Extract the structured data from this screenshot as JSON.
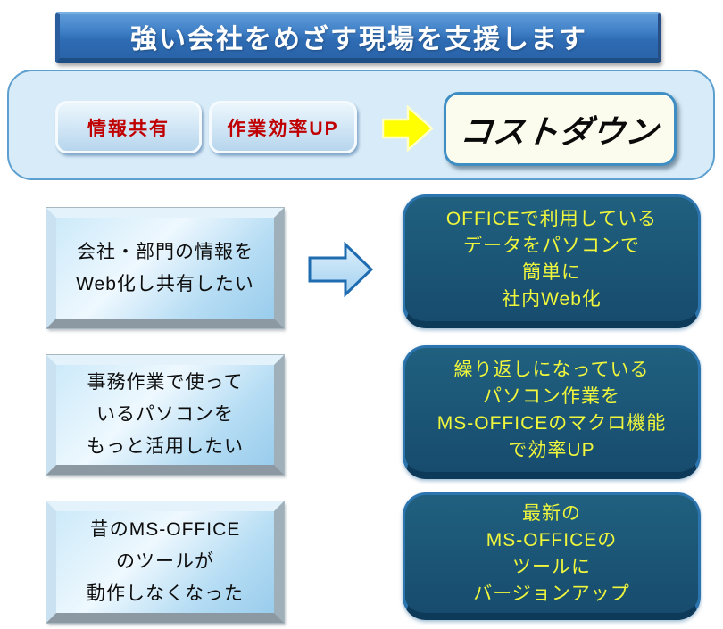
{
  "title": {
    "text": "強い会社をめざす現場を支援します"
  },
  "benefits_band": {
    "tags": [
      {
        "label": "情報共有"
      },
      {
        "label": "作業効率UP"
      }
    ],
    "result": {
      "label": "コストダウン"
    }
  },
  "rows": [
    {
      "problem": {
        "lines": [
          "会社・部門の情報を",
          "Web化し共有したい"
        ]
      },
      "solution": {
        "lines": [
          "OFFICEで利用している",
          "データをパソコンで",
          "簡単に",
          "社内Web化"
        ]
      }
    },
    {
      "problem": {
        "lines": [
          "事務作業で使って",
          "いるパソコンを",
          "もっと活用したい"
        ]
      },
      "solution": {
        "lines": [
          "繰り返しになっている",
          "パソコン作業を",
          "MS-OFFICEのマクロ機能",
          "で効率UP"
        ]
      }
    },
    {
      "problem": {
        "lines": [
          "昔のMS-OFFICE",
          "のツールが",
          "動作しなくなった"
        ]
      },
      "solution": {
        "lines": [
          "最新の",
          "MS-OFFICEの",
          "ツールに",
          "バージョンアップ"
        ]
      }
    }
  ],
  "icons": {
    "yellow_arrow": "right-block-arrow",
    "blue_arrow": "right-block-arrow-outline"
  },
  "colors": {
    "banner_blue": "#2e6cb4",
    "band_fill": "#d8ebf8",
    "band_border": "#5d9fce",
    "tag_text_red": "#c00000",
    "arrow_yellow": "#ffff00",
    "problem_box_fill": "#bfe2f5",
    "solution_box_fill": "#174c6e",
    "solution_border": "#2c74ad",
    "solution_text_yellow": "#eff63c",
    "costdown_fill": "#fcfcee",
    "costdown_border": "#3e8ec4"
  }
}
